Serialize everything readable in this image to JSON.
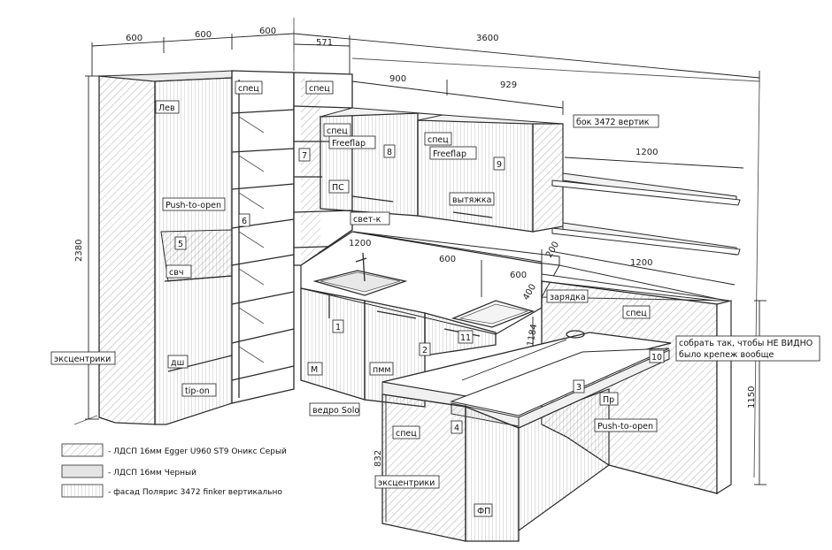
{
  "dimensions": {
    "top_600_a": "600",
    "top_600_b": "600",
    "top_600_c": "600",
    "top_571": "571",
    "top_3600": "3600",
    "upper_900": "900",
    "upper_929": "929",
    "shelf_1200": "1200",
    "counter_1200": "1200",
    "counter_600_a": "600",
    "counter_600_b": "600",
    "counter_400": "400",
    "right_1200": "1200",
    "right_200": "200",
    "height_2380": "2380",
    "height_1150": "1150",
    "height_832": "832",
    "island_1184": "1184"
  },
  "labels": {
    "spec_1": "спец",
    "spec_2": "спец",
    "spec_3": "спец",
    "spec_4": "спец",
    "spec_5": "спец",
    "spec_6": "спец",
    "lev": "Лев",
    "freeflap_1": "Freeflap",
    "freeflap_2": "Freeflap",
    "push_to_open_1": "Push-to-open",
    "push_to_open_2": "Push-to-open",
    "svch": "свч",
    "dsh": "дш",
    "tip_on": "tip-on",
    "ps": "ПС",
    "svet_k": "свет-к",
    "vytyazhka": "вытяжка",
    "bok": "бок 3472 вертик",
    "zaryadka": "зарядка",
    "sobrat": "собрать так, чтобы НЕ ВИДНО",
    "sobrat_2": "было крепеж вообще",
    "ekscentriki_1": "эксцентрики",
    "ekscentriki_2": "эксцентрики",
    "m": "М",
    "pmm": "пмм",
    "vedro": "ведро Solo",
    "pr": "Пр",
    "fp": "ФП"
  },
  "numbers": {
    "n1": "1",
    "n2": "2",
    "n3": "3",
    "n4": "4",
    "n5": "5",
    "n6": "6",
    "n7": "7",
    "n8": "8",
    "n9": "9",
    "n10": "10",
    "n11": "11"
  },
  "legend": [
    {
      "text": "- ЛДСП 16мм Egger U960 ST9 Оникс Серый"
    },
    {
      "text": "- ЛДСП 16мм Черный"
    },
    {
      "text": "- фасад Полярис 3472 finker вертикально"
    }
  ]
}
